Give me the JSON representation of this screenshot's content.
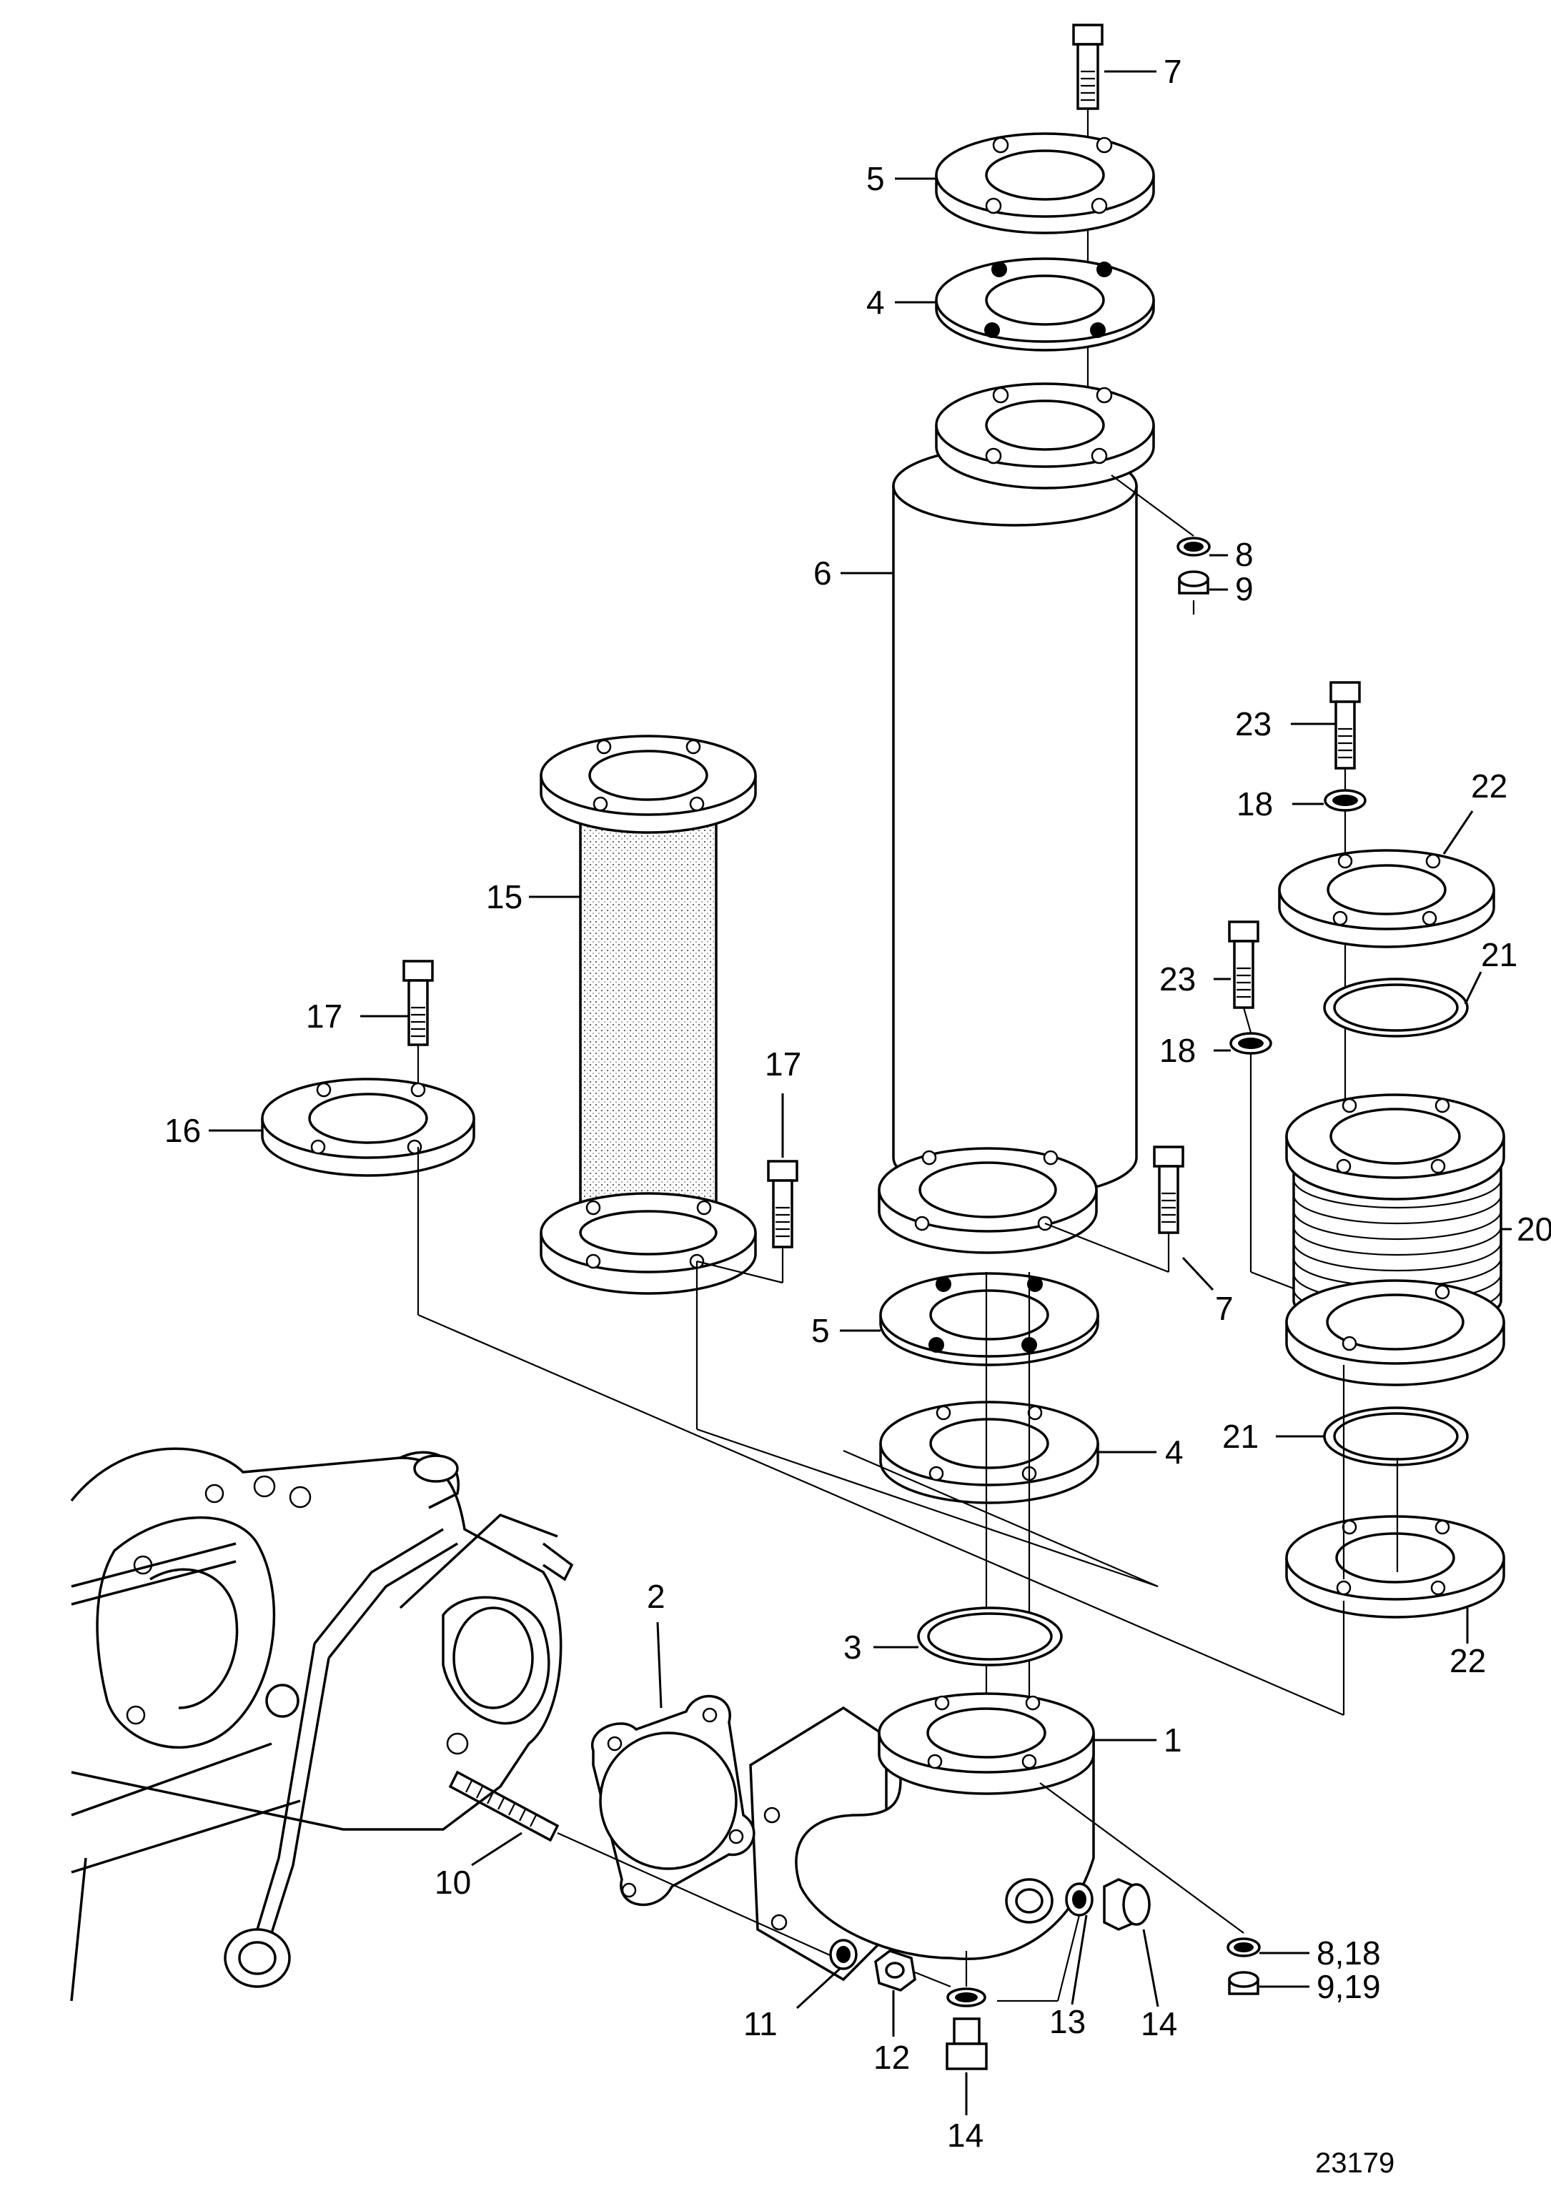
{
  "figure_id": "23179",
  "callouts": [
    {
      "id": "c7a",
      "text": "7"
    },
    {
      "id": "c5a",
      "text": "5"
    },
    {
      "id": "c4a",
      "text": "4"
    },
    {
      "id": "c6",
      "text": "6"
    },
    {
      "id": "c8a",
      "text": "8"
    },
    {
      "id": "c9a",
      "text": "9"
    },
    {
      "id": "c23a",
      "text": "23"
    },
    {
      "id": "c18a",
      "text": "18"
    },
    {
      "id": "c22a",
      "text": "22"
    },
    {
      "id": "c15",
      "text": "15"
    },
    {
      "id": "c21a",
      "text": "21"
    },
    {
      "id": "c23b",
      "text": "23"
    },
    {
      "id": "c18b",
      "text": "18"
    },
    {
      "id": "c17a",
      "text": "17"
    },
    {
      "id": "c17b",
      "text": "17"
    },
    {
      "id": "c16",
      "text": "16"
    },
    {
      "id": "c20",
      "text": "20"
    },
    {
      "id": "c7b",
      "text": "7"
    },
    {
      "id": "c5b",
      "text": "5"
    },
    {
      "id": "c21b",
      "text": "21"
    },
    {
      "id": "c4b",
      "text": "4"
    },
    {
      "id": "c2",
      "text": "2"
    },
    {
      "id": "c3",
      "text": "3"
    },
    {
      "id": "c22b",
      "text": "22"
    },
    {
      "id": "c1",
      "text": "1"
    },
    {
      "id": "c10",
      "text": "10"
    },
    {
      "id": "c818",
      "text": "8,18"
    },
    {
      "id": "c919",
      "text": "9,19"
    },
    {
      "id": "c11",
      "text": "11"
    },
    {
      "id": "c13",
      "text": "13"
    },
    {
      "id": "c14a",
      "text": "14"
    },
    {
      "id": "c12",
      "text": "12"
    },
    {
      "id": "c14b",
      "text": "14"
    }
  ]
}
